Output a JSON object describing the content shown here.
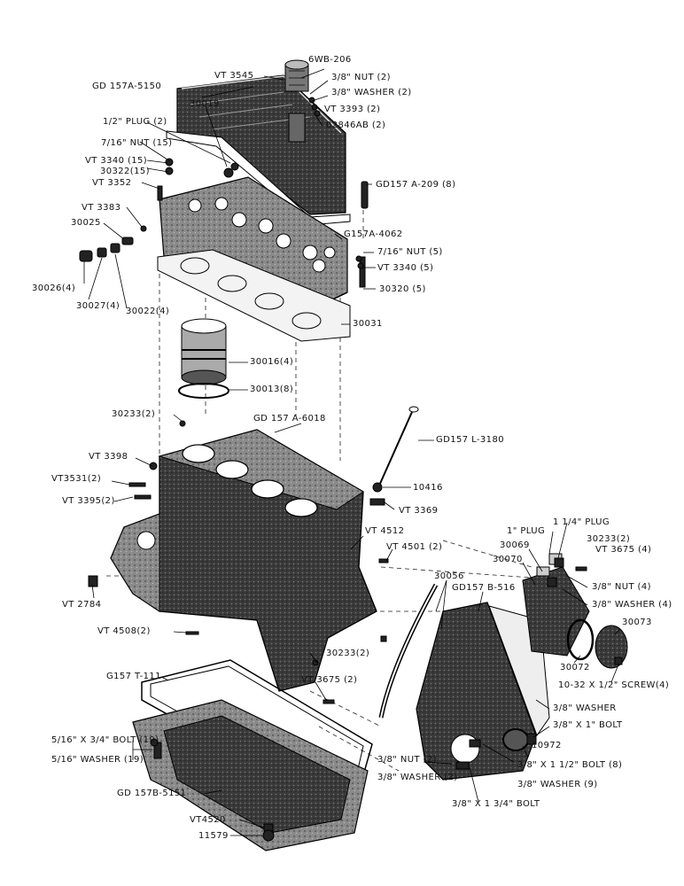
{
  "labels": {
    "vt3545": "VT 3545",
    "sixwb206": "6WB-206",
    "nut2_top": "3/8\" NUT (2)",
    "washer2_top": "3/8\" WASHER (2)",
    "gd157a5150": "GD 157A-5150",
    "vt3393": "VT 3393 (2)",
    "r02846ab": "02846AB (2)",
    "p30019": "30019",
    "plug2": "1/2\" PLUG (2)",
    "nut15": "7/16\" NUT (15)",
    "vt3340_15": "VT 3340 (15)",
    "p30322": "30322(15)",
    "vt3352": "VT 3352",
    "gd157a209": "GD157 A-209 (8)",
    "vt3383": "VT 3383",
    "p30025": "30025",
    "g157a4062": "G157A-4062",
    "nut5": "7/16\" NUT (5)",
    "vt3340_5": "VT 3340 (5)",
    "p30320": "30320 (5)",
    "p30026": "30026(4)",
    "p30027": "30027(4)",
    "p30022": "30022(4)",
    "p30031": "30031",
    "p30016": "30016(4)",
    "p30013": "30013(8)",
    "p30233_a": "30233(2)",
    "gd157a6018": "GD 157 A-6018",
    "gd157l3180": "GD157 L-3180",
    "vt3398": "VT 3398",
    "vt3531": "VT3531(2)",
    "vt3395": "VT 3395(2)",
    "p10416": "10416",
    "vt3369": "VT 3369",
    "vt4512": "VT 4512",
    "vt4501": "VT 4501 (2)",
    "plug1": "1\" PLUG",
    "plug114": "1 1/4\" PLUG",
    "p30069": "30069",
    "p30233_b": "30233(2)",
    "vt3675_4": "VT 3675 (4)",
    "p30070": "30070",
    "p30056": "30056",
    "gd157b516": "GD157 B-516",
    "nut4": "3/8\" NUT (4)",
    "washer4": "3/8\" WASHER (4)",
    "vt2784": "VT 2784",
    "p30073": "30073",
    "vt4508": "VT 4508(2)",
    "p30233_c": "30233(2)",
    "p30072": "30072",
    "screw4": "10-32 X 1/2\" SCREW(4)",
    "g157t111": "G157 T-111",
    "vt3675_2": "VT 3675 (2)",
    "washer_r": "3/8\" WASHER",
    "bolt_r": "3/8\" X 1\" BOLT",
    "bolt19": "5/16\" X 3/4\" BOLT (19)",
    "washer19": "5/16\" WASHER (19)",
    "p10972": "10972",
    "nut2_bot": "3/8\" NUT (2)",
    "washer2_bot": "3/8\" WASHER (2)",
    "bolt8": "3/8\" X 1 1/2\" BOLT (8)",
    "washer9": "3/8\" WASHER (9)",
    "gd157b5151": "GD 157B-5151",
    "bolt34": "3/8\" X 1 3/4\" BOLT",
    "vt4520": "VT4520",
    "p11579": "11579"
  }
}
